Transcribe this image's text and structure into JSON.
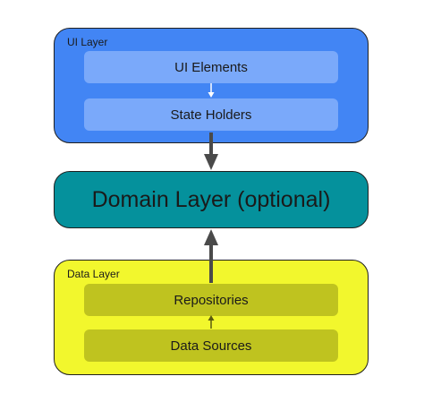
{
  "diagram": {
    "ui_layer": {
      "label": "UI Layer",
      "items": [
        "UI Elements",
        "State Holders"
      ],
      "fill": "#4285f4",
      "inner_fill": "#7aa9fa"
    },
    "domain_layer": {
      "label": "Domain Layer (optional)",
      "fill": "#05919c"
    },
    "data_layer": {
      "label": "Data Layer",
      "items": [
        "Repositories",
        "Data Sources"
      ],
      "fill": "#f2f72d",
      "inner_fill": "#bfc31f"
    },
    "arrow_color": "#4a4a4a",
    "inner_arrow_color": "#ffffff"
  }
}
